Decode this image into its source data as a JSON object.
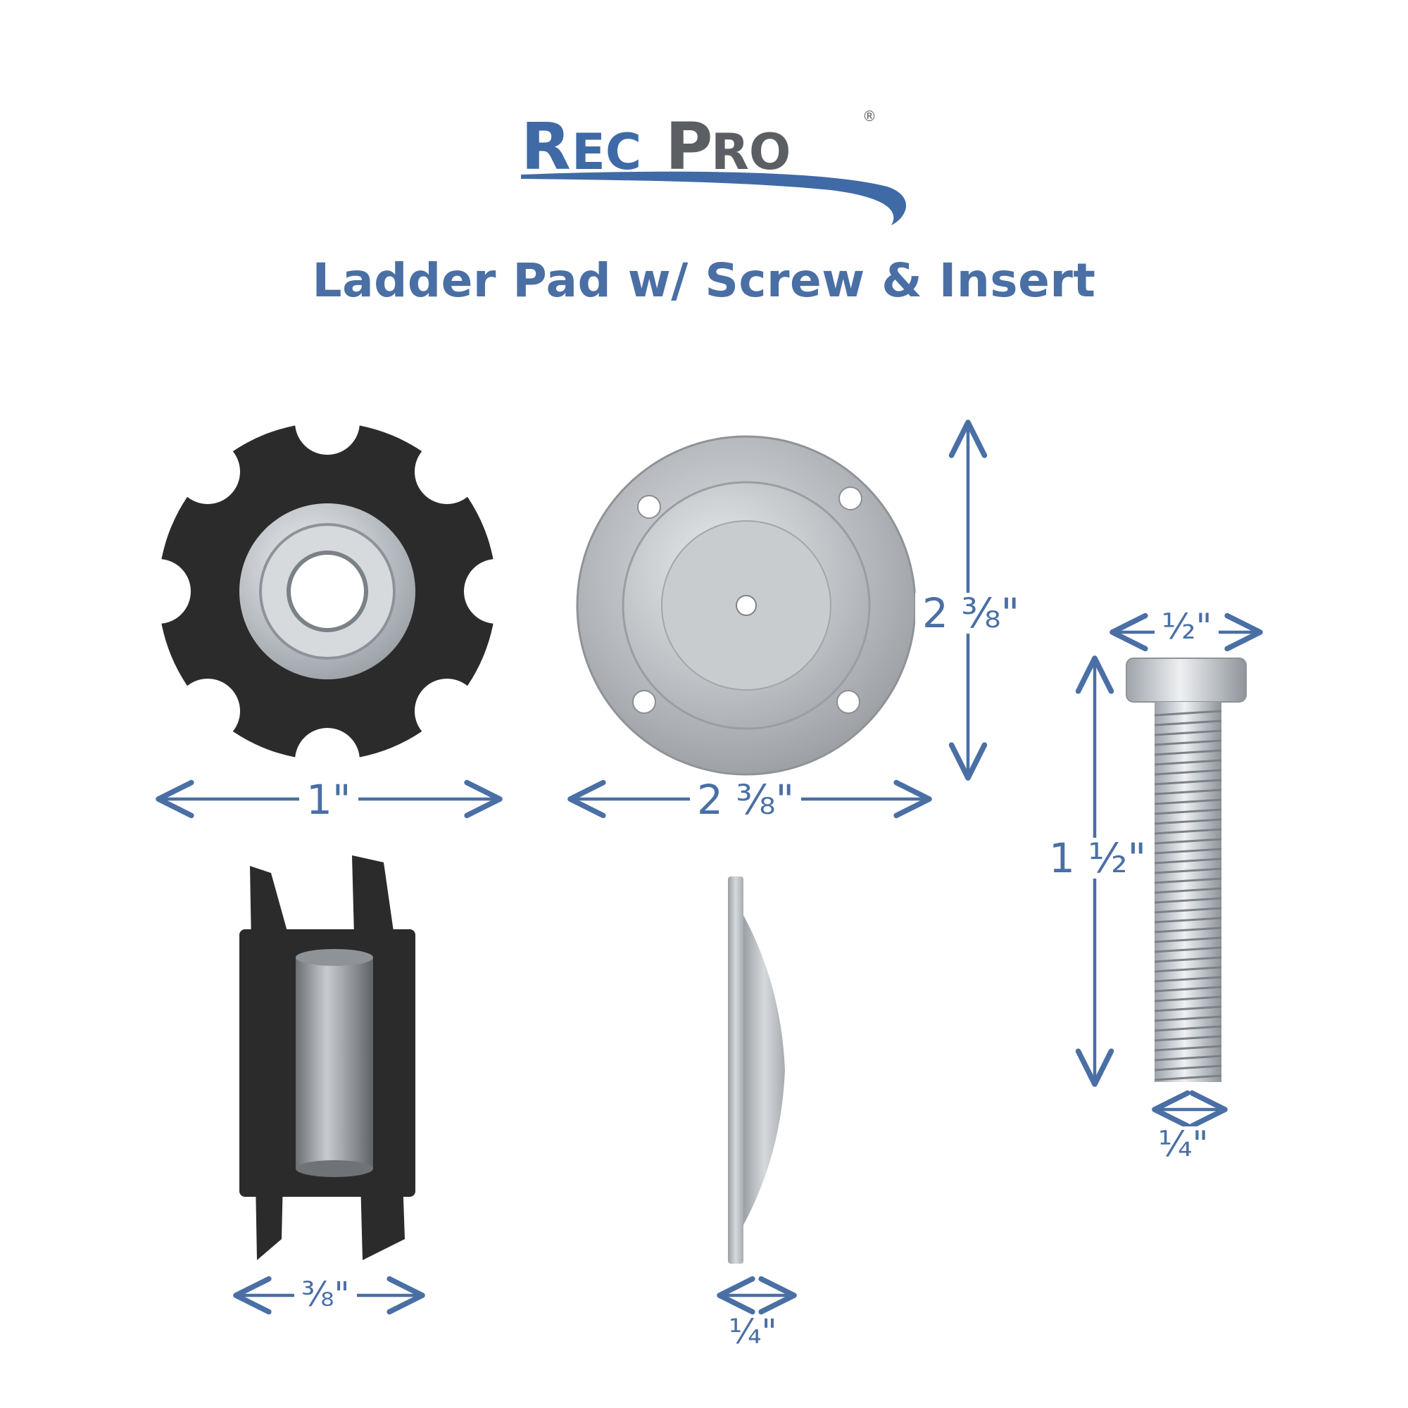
{
  "brand": {
    "logo_text": "RecPro",
    "registered_mark": "®"
  },
  "title": "Ladder Pad w/ Screw & Insert",
  "colors": {
    "accent": "#4a6fa5",
    "logo_blue": "#3f6aa6",
    "logo_gray": "#5b5e63",
    "insert_black": "#2b2b2b",
    "zinc": "#c2c6ca",
    "steel": "#b8bcc0"
  },
  "dimensions": {
    "insert_width": "1\"",
    "plate_width": "2 ³⁄₈\"",
    "plate_height": "2 ³⁄₈\"",
    "screw_head_width": "½\"",
    "screw_length": "1 ½\"",
    "screw_shank_width": "¼\"",
    "insert_depth": "³⁄₈\"",
    "plate_thickness": "¼\""
  }
}
